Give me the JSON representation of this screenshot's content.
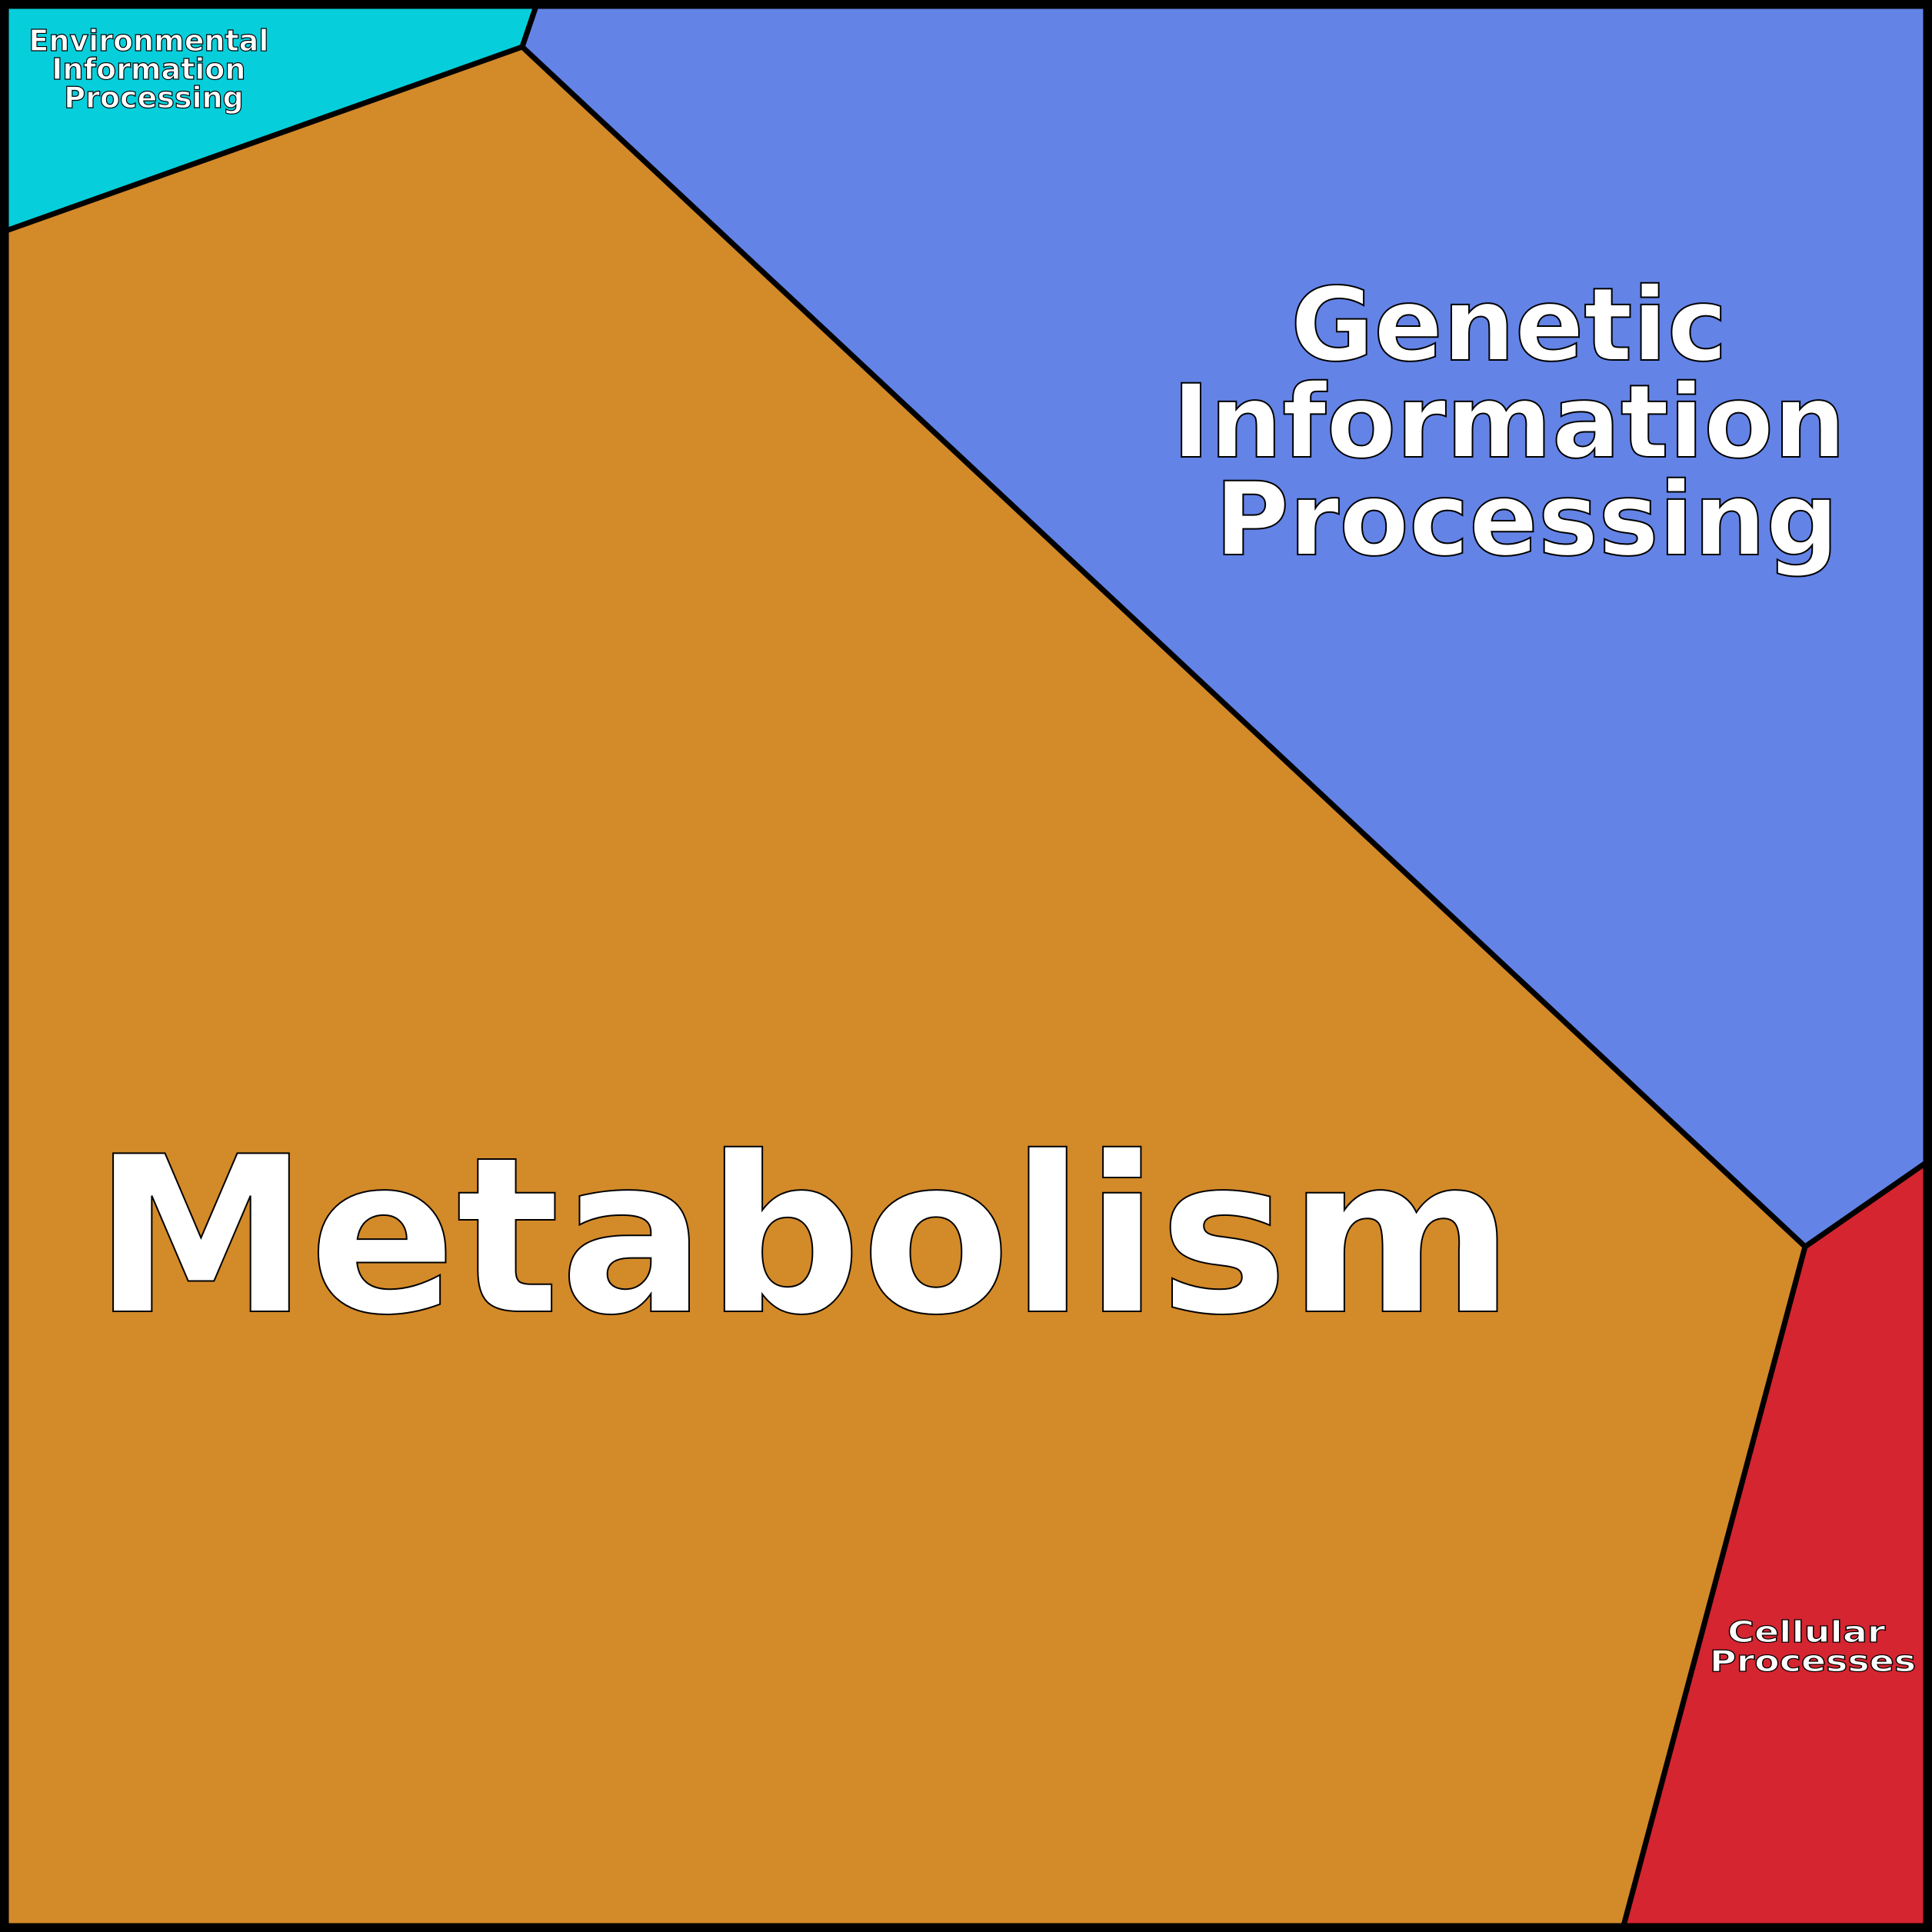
{
  "chart_data": {
    "type": "treemap",
    "subtype": "voronoi",
    "title": "",
    "cells": [
      {
        "name": "Environmental Information Processing",
        "lines": [
          "Environmental",
          "Information",
          "Processing"
        ],
        "color": "#06cfdb"
      },
      {
        "name": "Genetic Information Processing",
        "lines": [
          "Genetic",
          "Information",
          "Processing"
        ],
        "color": "#6383e6"
      },
      {
        "name": "Metabolism",
        "lines": [
          "Metabolism"
        ],
        "color": "#d38a29"
      },
      {
        "name": "Cellular Processes",
        "lines": [
          "Cellular",
          "Processes"
        ],
        "color": "#d42530"
      }
    ]
  }
}
